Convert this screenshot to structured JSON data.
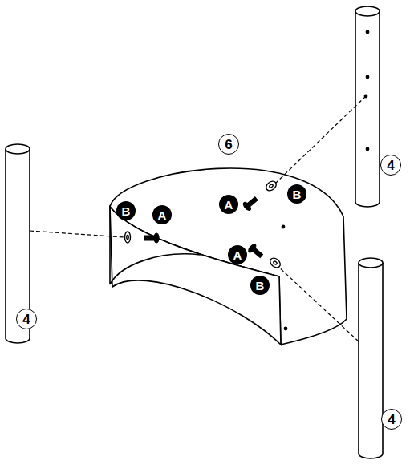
{
  "diagram": {
    "labels": [
      "6",
      "4",
      "A",
      "B",
      "B",
      "A",
      "A",
      "B",
      "4",
      "4"
    ]
  }
}
